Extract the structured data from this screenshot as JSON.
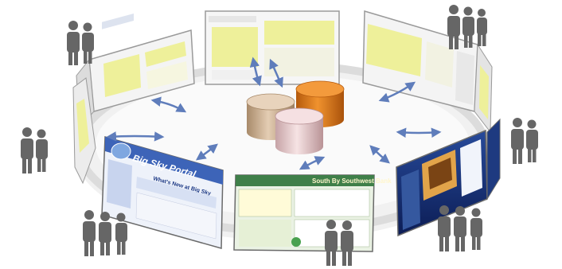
{
  "colors": {
    "background": "#ffffff",
    "floor_ring": "#e6e6e6",
    "arrow": "#5f7dbb",
    "people": "#666666",
    "panel_highlight": "#eef09a",
    "db_tan": "#c9a884",
    "db_orange": "#d8731a",
    "db_pink": "#e3c4c6"
  },
  "icons": [
    "database-cylinder-icon",
    "person-silhouette-icon",
    "bidirectional-arrow-icon"
  ],
  "portal_screens": {
    "big_sky": {
      "title": "Big Sky Portal",
      "heading": "What's New at Big Sky"
    },
    "south_by_southwest": {
      "title": "South By Southwest Bank"
    }
  }
}
